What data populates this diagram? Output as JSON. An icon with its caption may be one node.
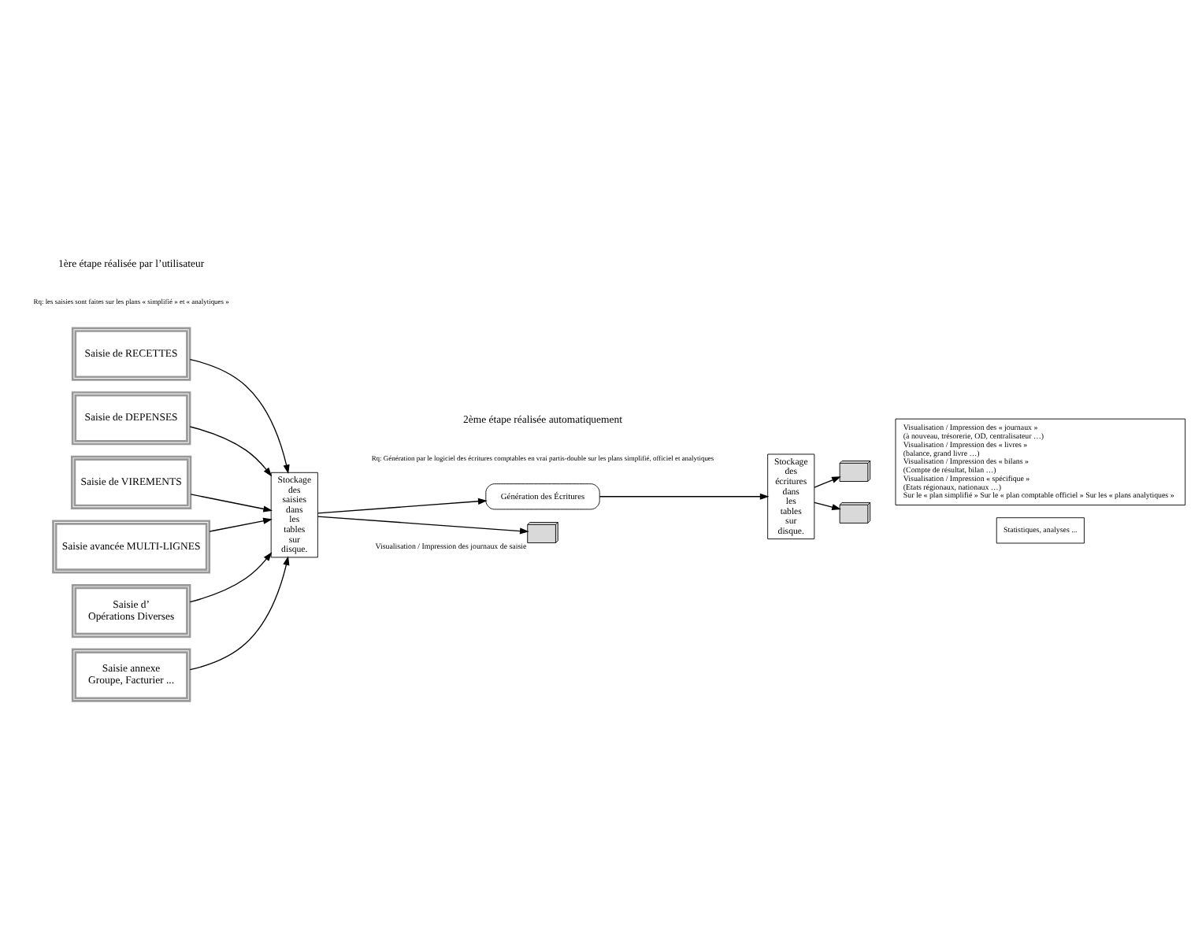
{
  "diagram": {
    "nodes": [
      {
        "text": [
          "Saisie de RECETTES"
        ]
      },
      {
        "text": [
          "Saisie de DEPENSES"
        ]
      },
      {
        "text": [
          "Saisie de VIREMENTS"
        ]
      },
      {
        "text": [
          "Saisie avancée MULTI-LIGNES"
        ]
      },
      {
        "text": [
          "Saisie d’",
          "Opérations Diverses"
        ]
      },
      {
        "text": [
          "Saisie annexe",
          "Groupe, Facturier ..."
        ]
      },
      {
        "text": [
          "Stockage des saisies dans les tables sur disque."
        ]
      },
      {
        "text": [
          "Génération des Écritures"
        ]
      },
      {
        "text": [
          "Stockage des écritures dans les tables sur disque."
        ]
      },
      {
        "text": [],
        "shape": "printer"
      },
      {
        "text": [
          "Visualisation / Impression des « journaux »",
          "(à nouveau, trésorerie, OD, centralisateur …)",
          "Visualisation / Impression des « livres »",
          "(balance, grand livre …)",
          "Visualisation / Impression des « bilans »",
          "(Compte de résultat, bilan …)",
          "Visualisation / Impression « spécifique »",
          "(Etats régionaux, nationaux …)",
          "Sur le « plan simplifié » Sur le « plan comptable officiel » Sur les « plans analytiques »"
        ]
      },
      {
        "text": [],
        "shape": "printer"
      },
      {
        "text": [
          "Statistiques, analyses ..."
        ]
      },
      {
        "text": [],
        "shape": "printer",
        "beside": [
          "Visualisation / Impression des journaux de saisie"
        ]
      }
    ],
    "edges": [
      {
        "from": 0,
        "to": 6,
        "arrow": "to"
      },
      {
        "from": 1,
        "to": 6,
        "arrow": "to"
      },
      {
        "from": 2,
        "to": 6,
        "arrow": "to"
      },
      {
        "from": 3,
        "to": 6,
        "arrow": "to"
      },
      {
        "from": 4,
        "to": 6,
        "arrow": "to"
      },
      {
        "from": 5,
        "to": 6,
        "arrow": "to"
      },
      {
        "from": 6,
        "to": 7,
        "arrow": "to"
      },
      {
        "from": 6,
        "to": 13,
        "arrow": "to"
      },
      {
        "from": 7,
        "to": 8,
        "arrow": "to"
      },
      {
        "from": 8,
        "to": 9,
        "arrow": "to"
      },
      {
        "from": 8,
        "to": 11,
        "arrow": "to"
      }
    ],
    "labels": [
      "1ère étape réalisée par l’utilisateur",
      "Rq: les saisies sont faites sur les plans « simplifié » et « analytiques »",
      "2ème étape réalisée automatiquement",
      "Rq: Génération par le logiciel des écritures comptables en vrai partis-double sur les plans simplifié, officiel et analytiques"
    ]
  }
}
